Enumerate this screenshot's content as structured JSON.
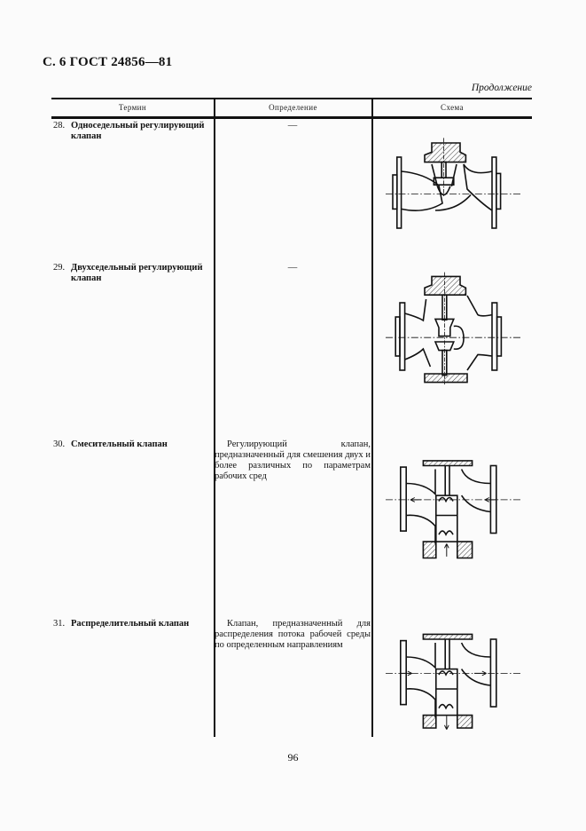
{
  "header": {
    "page_label": "С. 6 ГОСТ 24856—81",
    "continuation": "Продолжение"
  },
  "table": {
    "columns": [
      "Термин",
      "Определение",
      "Схема"
    ],
    "rows": [
      {
        "number": "28.",
        "term_line1": "Односедельный регулирующий",
        "term_line2": "клапан",
        "definition": "—",
        "scheme_icon": "single-seat-control-valve-diagram"
      },
      {
        "number": "29.",
        "term_line1": "Двухседельный регулирующий",
        "term_line2": "клапан",
        "definition": "—",
        "scheme_icon": "double-seat-control-valve-diagram"
      },
      {
        "number": "30.",
        "term_line1": "Смесительный клапан",
        "term_line2": "",
        "definition": "Регулирующий клапан, предназначенный для смешения двух и более различных по параметрам рабочих сред",
        "scheme_icon": "mixing-valve-diagram"
      },
      {
        "number": "31.",
        "term_line1": "Распределительный клапан",
        "term_line2": "",
        "definition": "Клапан, предназначенный для распределения потока рабочей среды по определенным направлениям",
        "scheme_icon": "distribution-valve-diagram"
      }
    ]
  },
  "footer": {
    "page_number": "96"
  }
}
